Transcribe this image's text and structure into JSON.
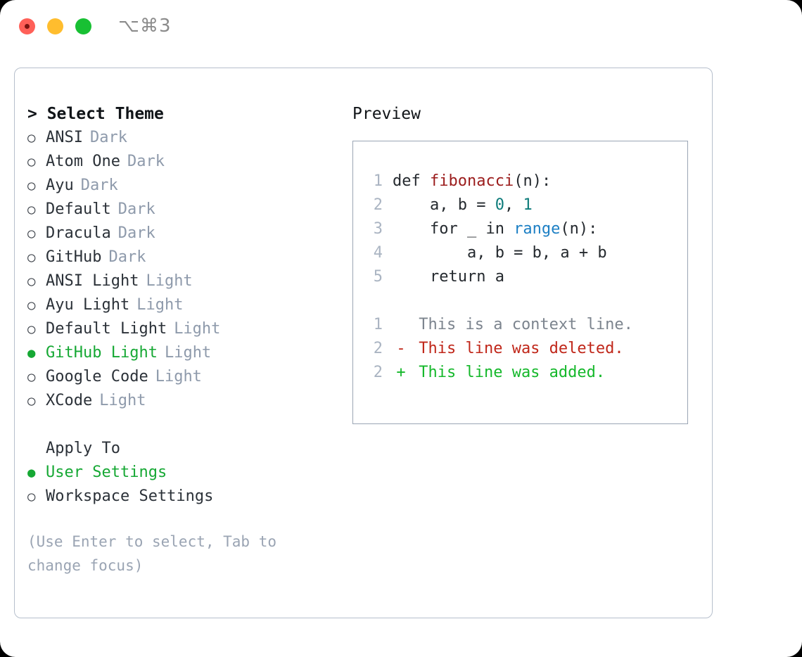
{
  "titlebar": {
    "shortcut": "⌥⌘3",
    "lights": [
      "close",
      "minimize",
      "maximize"
    ]
  },
  "theme_panel": {
    "header": "> Select Theme",
    "items": [
      {
        "marker": "○",
        "label": "ANSI",
        "tag": "Dark",
        "selected": false
      },
      {
        "marker": "○",
        "label": "Atom One",
        "tag": "Dark",
        "selected": false
      },
      {
        "marker": "○",
        "label": "Ayu",
        "tag": "Dark",
        "selected": false
      },
      {
        "marker": "○",
        "label": "Default",
        "tag": "Dark",
        "selected": false
      },
      {
        "marker": "○",
        "label": "Dracula",
        "tag": "Dark",
        "selected": false
      },
      {
        "marker": "○",
        "label": "GitHub",
        "tag": "Dark",
        "selected": false
      },
      {
        "marker": "○",
        "label": "ANSI Light",
        "tag": "Light",
        "selected": false
      },
      {
        "marker": "○",
        "label": "Ayu Light",
        "tag": "Light",
        "selected": false
      },
      {
        "marker": "○",
        "label": "Default Light",
        "tag": "Light",
        "selected": false
      },
      {
        "marker": "●",
        "label": "GitHub Light",
        "tag": "Light",
        "selected": true
      },
      {
        "marker": "○",
        "label": "Google Code",
        "tag": "Light",
        "selected": false
      },
      {
        "marker": "○",
        "label": "XCode",
        "tag": "Light",
        "selected": false
      }
    ]
  },
  "apply_to": {
    "header": "Apply To",
    "items": [
      {
        "marker": "●",
        "label": "User Settings",
        "selected": true
      },
      {
        "marker": "○",
        "label": "Workspace Settings",
        "selected": false
      }
    ]
  },
  "hint": "(Use Enter to select, Tab to change focus)",
  "preview": {
    "title": "Preview",
    "code_lines": [
      {
        "no": "1",
        "segments": [
          {
            "t": "def ",
            "c": "plain"
          },
          {
            "t": "fibonacci",
            "c": "fn"
          },
          {
            "t": "(n):",
            "c": "plain"
          }
        ]
      },
      {
        "no": "2",
        "segments": [
          {
            "t": "    a, b = ",
            "c": "plain"
          },
          {
            "t": "0",
            "c": "num"
          },
          {
            "t": ", ",
            "c": "plain"
          },
          {
            "t": "1",
            "c": "num"
          }
        ]
      },
      {
        "no": "3",
        "segments": [
          {
            "t": "    for _ in ",
            "c": "plain"
          },
          {
            "t": "range",
            "c": "call"
          },
          {
            "t": "(n):",
            "c": "plain"
          }
        ]
      },
      {
        "no": "4",
        "segments": [
          {
            "t": "        a, b = b, a + b",
            "c": "plain"
          }
        ]
      },
      {
        "no": "5",
        "segments": [
          {
            "t": "    return a",
            "c": "plain"
          }
        ]
      }
    ],
    "diff_lines": [
      {
        "no": "1",
        "marker": " ",
        "text": "This is a context line.",
        "kind": "ctx"
      },
      {
        "no": "2",
        "marker": "-",
        "text": "This line was deleted.",
        "kind": "del"
      },
      {
        "no": "2",
        "marker": "+",
        "text": "This line was added.",
        "kind": "add"
      }
    ]
  },
  "colors": {
    "accent_green": "#16a834",
    "diff_add": "#15b82b",
    "diff_del": "#c0271a",
    "tag_gray": "#8e9aab",
    "border": "#9aa5b4"
  }
}
